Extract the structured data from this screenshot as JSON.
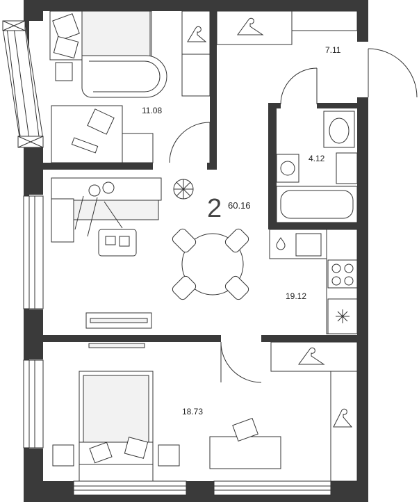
{
  "plan": {
    "rooms_count": "2",
    "total_area": "60.16",
    "rooms": [
      {
        "id": "bedroom-top",
        "area": "11.08"
      },
      {
        "id": "hallway",
        "area": "7.11"
      },
      {
        "id": "bathroom",
        "area": "4.12"
      },
      {
        "id": "living-kitchen",
        "area": "19.12"
      },
      {
        "id": "bedroom-bottom",
        "area": "18.73"
      }
    ]
  },
  "icons": {
    "hanger": "hanger-icon",
    "snowflake": "snowflake-icon",
    "water_drop": "water-drop-icon"
  }
}
